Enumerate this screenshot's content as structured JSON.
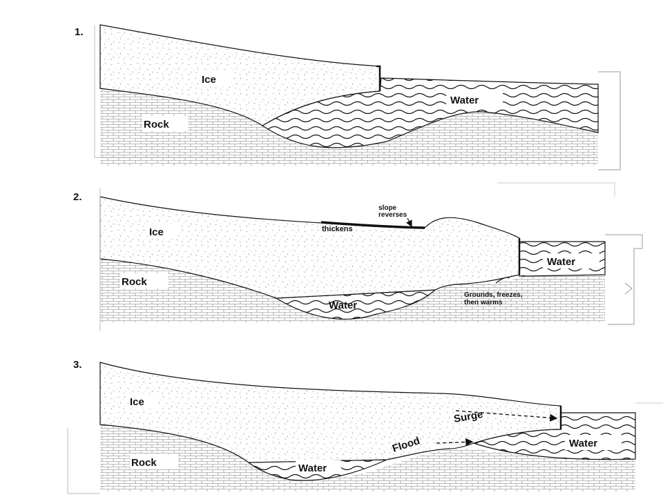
{
  "panels": [
    {
      "number": "1.",
      "labels": {
        "ice": "Ice",
        "rock": "Rock",
        "water": "Water"
      }
    },
    {
      "number": "2.",
      "labels": {
        "ice": "Ice",
        "rock": "Rock",
        "water_sea": "Water",
        "water_sub": "Water",
        "slope_line1": "slope",
        "slope_line2": "reverses",
        "thickens": "thickens",
        "grounds_line1": "Grounds, freezes,",
        "grounds_line2": "then warms"
      }
    },
    {
      "number": "3.",
      "labels": {
        "ice": "Ice",
        "rock": "Rock",
        "water_sea": "Water",
        "water_sub": "Water",
        "surge": "Surge",
        "flood": "Flood"
      }
    }
  ]
}
